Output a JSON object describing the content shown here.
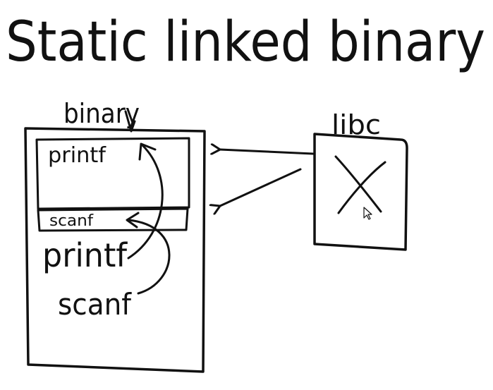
{
  "title": "Static linked binary",
  "binary_box": {
    "label": "binary",
    "inner_printf_label": "printf",
    "inner_scanf_label": "scanf",
    "call_printf_label": "printf",
    "call_scanf_label": "scanf"
  },
  "libc_box": {
    "label": "libc"
  },
  "ink_color": "#111111",
  "background_color": "#ffffff",
  "icons": {
    "cursor": "mouse-pointer-icon",
    "cross": "x-cross-icon"
  }
}
